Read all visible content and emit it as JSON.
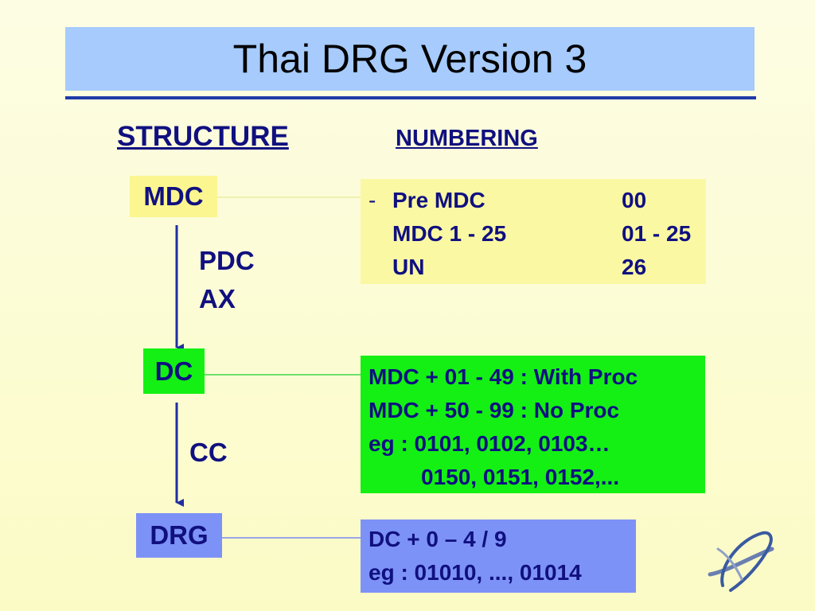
{
  "title": "Thai DRG Version 3",
  "headers": {
    "structure": "STRUCTURE",
    "numbering": "NUMBERING"
  },
  "nodes": {
    "mdc": "MDC",
    "dc": "DC",
    "drg": "DRG"
  },
  "edges": {
    "mdc_to_dc": [
      "PDC",
      "AX"
    ],
    "dc_to_drg": [
      "CC"
    ]
  },
  "numbering_mdc": {
    "bullet": "-",
    "rows": [
      {
        "label": "Pre MDC",
        "code": "00"
      },
      {
        "label": "MDC 1 - 25",
        "code": "01 - 25"
      },
      {
        "label": "UN",
        "code": "26"
      }
    ]
  },
  "numbering_dc": {
    "lines": [
      "MDC + 01 - 49 : With Proc",
      "MDC + 50 - 99 : No Proc",
      "eg : 0101, 0102, 0103…",
      "0150, 0151, 0152,..."
    ]
  },
  "numbering_drg": {
    "lines": [
      "DC + 0 – 4  / 9",
      "eg : 01010, ..., 01014"
    ]
  },
  "colors": {
    "title_bg": "#a6cbfc",
    "mdc_bg": "#fbf68f",
    "dc_bg": "#14f014",
    "drg_bg": "#7d92f6",
    "text": "#101080",
    "arrow": "#1f2fa0"
  }
}
